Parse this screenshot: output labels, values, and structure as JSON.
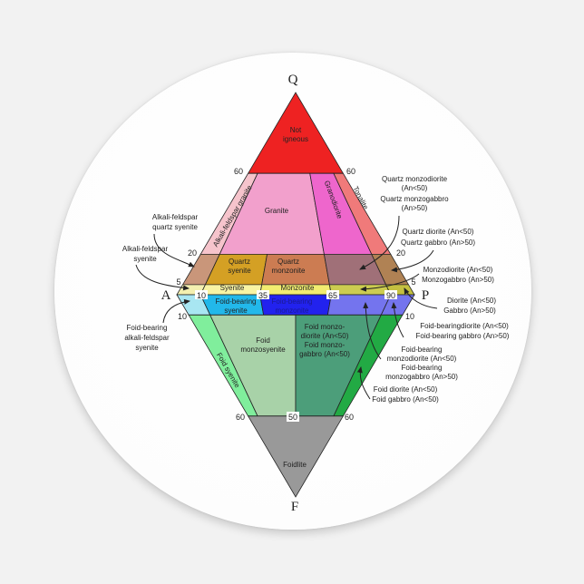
{
  "vertices": {
    "q": "Q",
    "a": "A",
    "p": "P",
    "f": "F"
  },
  "ticks": {
    "q60": "60",
    "q20": "20",
    "q5": "5",
    "p10": "10",
    "p35": "35",
    "p65": "65",
    "p90": "90",
    "f10": "10",
    "f60": "60",
    "f50": "50"
  },
  "fields": [
    {
      "id": "not-igneous",
      "lines": [
        "Not",
        "igneous"
      ],
      "color": "#ee2222"
    },
    {
      "id": "alkali-feldspar-granite",
      "lines": [
        "Alkali-feldspar granite"
      ],
      "color": "#f6c4cc"
    },
    {
      "id": "granite",
      "lines": [
        "Granite"
      ],
      "color": "#f2a0cc"
    },
    {
      "id": "granodiorite",
      "lines": [
        "Granodiorite"
      ],
      "color": "#ee66cc"
    },
    {
      "id": "tonalite",
      "lines": [
        "Tonalite"
      ],
      "color": "#f07a7a"
    },
    {
      "id": "alkali-feldspar-quartz-syenite",
      "lines": [],
      "color": "#c9967a"
    },
    {
      "id": "quartz-syenite",
      "lines": [
        "Quartz",
        "syenite"
      ],
      "color": "#d4a024"
    },
    {
      "id": "quartz-monzonite",
      "lines": [
        "Quartz",
        "monzonite"
      ],
      "color": "#cc7c52"
    },
    {
      "id": "quartz-monzodiorite",
      "lines": [],
      "color": "#a07078"
    },
    {
      "id": "quartz-diorite",
      "lines": [],
      "color": "#b08254"
    },
    {
      "id": "alkali-feldspar-syenite",
      "lines": [],
      "color": "#f4f0b0"
    },
    {
      "id": "syenite",
      "lines": [
        "Syenite"
      ],
      "color": "#f8f4a4"
    },
    {
      "id": "monzonite",
      "lines": [
        "Monzonite"
      ],
      "color": "#f2ec70"
    },
    {
      "id": "monzodiorite",
      "lines": [],
      "color": "#cccc50"
    },
    {
      "id": "diorite",
      "lines": [],
      "color": "#c4c040"
    },
    {
      "id": "foid-bearing-alkali-feldspar-syenite",
      "lines": [],
      "color": "#a8e6f2"
    },
    {
      "id": "foid-bearing-syenite",
      "lines": [
        "Foid-bearing",
        "syenite"
      ],
      "color": "#22b8ea"
    },
    {
      "id": "foid-bearing-monzonite",
      "lines": [
        "Foid-bearing",
        "monzonite"
      ],
      "color": "#2222ee"
    },
    {
      "id": "foid-bearing-monzodiorite",
      "lines": [],
      "color": "#7474ee"
    },
    {
      "id": "foid-bearing-diorite",
      "lines": [],
      "color": "#7474ee"
    },
    {
      "id": "foid-syenite",
      "lines": [
        "Foid syenite"
      ],
      "color": "#80ee9c"
    },
    {
      "id": "foid-monzosyenite",
      "lines": [
        "Foid",
        "monzosyenite"
      ],
      "color": "#a8d2a8"
    },
    {
      "id": "foid-monzodiorite",
      "lines": [
        "Foid monzo-",
        "diorite (An<50)",
        "Foid monzo-",
        "gabbro (An<50)"
      ],
      "color": "#4c9e7a"
    },
    {
      "id": "foid-diorite",
      "lines": [],
      "color": "#22aa44"
    },
    {
      "id": "foidolite",
      "lines": [
        "Foidlite"
      ],
      "color": "#999999"
    }
  ],
  "callouts": [
    {
      "id": "alkali-feldspar-quartz-syenite",
      "lines": [
        "Alkali-feldspar",
        "quartz syenite"
      ]
    },
    {
      "id": "alkali-feldspar-syenite",
      "lines": [
        "Alkali-feldspar",
        "syenite"
      ]
    },
    {
      "id": "foid-bearing-alkali-feldspar-syenite",
      "lines": [
        "Foid-bearing",
        "alkali-feldspar",
        "syenite"
      ]
    },
    {
      "id": "quartz-monzodiorite",
      "lines": [
        "Quartz monzodiorite",
        "(An<50)",
        "Quartz monzogabbro",
        "(An>50)"
      ]
    },
    {
      "id": "quartz-diorite",
      "lines": [
        "Quartz diorite (An<50)",
        "Quartz gabbro (An>50)"
      ]
    },
    {
      "id": "monzodiorite",
      "lines": [
        "Monzodiorite (An<50)",
        "Monzogabbro (An>50)"
      ]
    },
    {
      "id": "diorite",
      "lines": [
        "Diorite (An<50)",
        "Gabbro (An>50)"
      ]
    },
    {
      "id": "foid-bearing-diorite",
      "lines": [
        "Foid-bearingdiorite (An<50)",
        "Foid-bearing gabbro (An>50)"
      ]
    },
    {
      "id": "foid-bearing-monzodiorite",
      "lines": [
        "Foid-bearing",
        "monzodiorite (An<50)",
        "Foid-bearing",
        "monzogabbro (An>50)"
      ]
    },
    {
      "id": "foid-diorite",
      "lines": [
        "Foid diorite (An<50)",
        "Foid gabbro (An<50)"
      ]
    }
  ]
}
